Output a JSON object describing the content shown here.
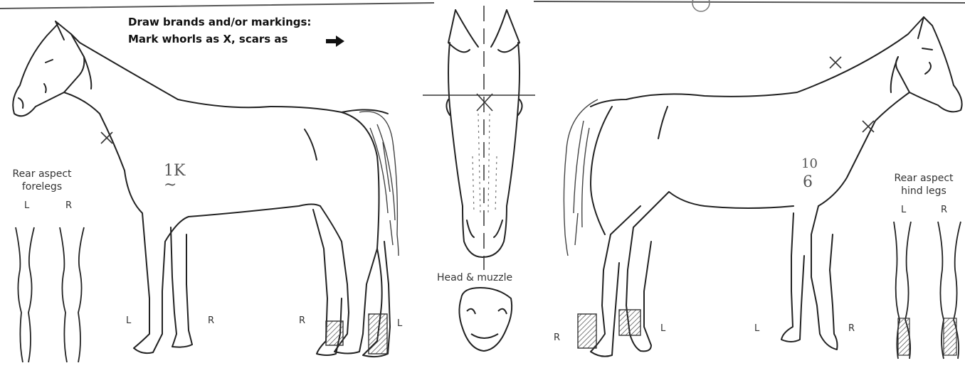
{
  "instructions": {
    "line1": "Draw brands and/or markings:",
    "line2": "Mark whorls as X, scars as"
  },
  "left_view": {
    "rear_aspect_line1": "Rear aspect",
    "rear_aspect_line2": "forelegs",
    "rear_left": "L",
    "rear_right": "R",
    "foreleg_left": "L",
    "foreleg_right": "R",
    "hindleg_right": "R",
    "hindleg_left": "L",
    "brand_top": "1K",
    "brand_bottom": "~"
  },
  "center_view": {
    "head_muzzle_label": "Head & muzzle"
  },
  "right_view": {
    "rear_aspect_line1": "Rear aspect",
    "rear_aspect_line2": "hind legs",
    "rear_left": "L",
    "rear_right": "R",
    "hindleg_right": "R",
    "hindleg_left": "L",
    "foreleg_left": "L",
    "foreleg_right": "R",
    "brand_top": "10",
    "brand_bottom": "6"
  }
}
